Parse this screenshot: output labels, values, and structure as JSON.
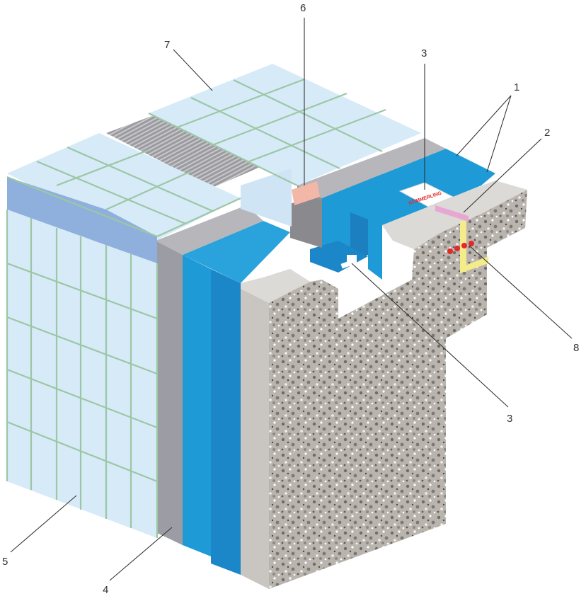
{
  "callouts": [
    {
      "id": "c1",
      "label": "1"
    },
    {
      "id": "c2",
      "label": "2"
    },
    {
      "id": "c3a",
      "label": "3"
    },
    {
      "id": "c3b",
      "label": "3"
    },
    {
      "id": "c4",
      "label": "4"
    },
    {
      "id": "c5",
      "label": "5"
    },
    {
      "id": "c6",
      "label": "6"
    },
    {
      "id": "c7",
      "label": "7"
    },
    {
      "id": "c8",
      "label": "8"
    }
  ],
  "tape": {
    "brand": "KÖMMERLING"
  },
  "colors": {
    "tile": "#d6eaf8",
    "tile_edge": "#eaf5fc",
    "coping": "#8fb0dd",
    "grout": "#9cc7a4",
    "adhesive": "#9c9ca4",
    "membrane": "#1e9ad6",
    "membrane_dark": "#1b7fc0",
    "concrete": "#b8b4ae",
    "concrete_top": "#dcdad6",
    "pink": "#f3b7a8",
    "yellow": "#f4ec8a",
    "red": "#e52828"
  }
}
